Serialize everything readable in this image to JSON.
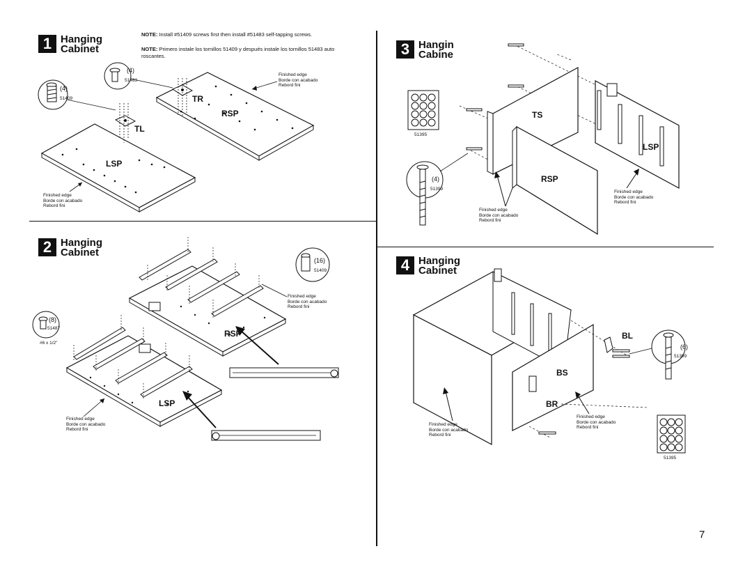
{
  "page_number": "7",
  "steps": [
    {
      "number": "1",
      "title_line1": "Hanging",
      "title_line2": "Cabinet",
      "note_en_label": "NOTE:",
      "note_en": "Install #51409 screws first then install #51483 self-tapping screws.",
      "note_es_label": "NOTE:",
      "note_es": "Primero instale los tornillos 51409 y después instale los tornillos 51483 auto roscantes."
    },
    {
      "number": "2",
      "title_line1": "Hanging",
      "title_line2": "Cabinet"
    },
    {
      "number": "3",
      "title_line1": "Hangin",
      "title_line2": "Cabine"
    },
    {
      "number": "4",
      "title_line1": "Hanging",
      "title_line2": "Cabinet"
    }
  ],
  "finished_edge": {
    "en": "Finished edge",
    "es": "Borde con acabado",
    "fr": "Rebord fini"
  },
  "parts": {
    "s1": {
      "tr": "TR",
      "tl": "TL",
      "rsp": "RSP",
      "lsp": "LSP",
      "screw_a_qty": "(4)",
      "screw_a_code": "51483",
      "screw_b_qty": "(4)",
      "screw_b_code": "51409"
    },
    "s2": {
      "rsp": "RSP",
      "lsp": "LSP",
      "screw_a_qty": "(16)",
      "screw_a_code": "51409",
      "screw_b_qty": "(8)",
      "screw_b_code": "51487",
      "screw_b_size": "#6 x 1/2\""
    },
    "s3": {
      "ts": "TS",
      "rsp": "RSP",
      "lsp": "LSP",
      "caps_code": "51395",
      "screw_qty": "(4)",
      "screw_code": "51399"
    },
    "s4": {
      "bl": "BL",
      "bs": "BS",
      "br": "BR",
      "screw_qty": "(6)",
      "screw_code": "51399",
      "caps_code": "51395"
    }
  }
}
